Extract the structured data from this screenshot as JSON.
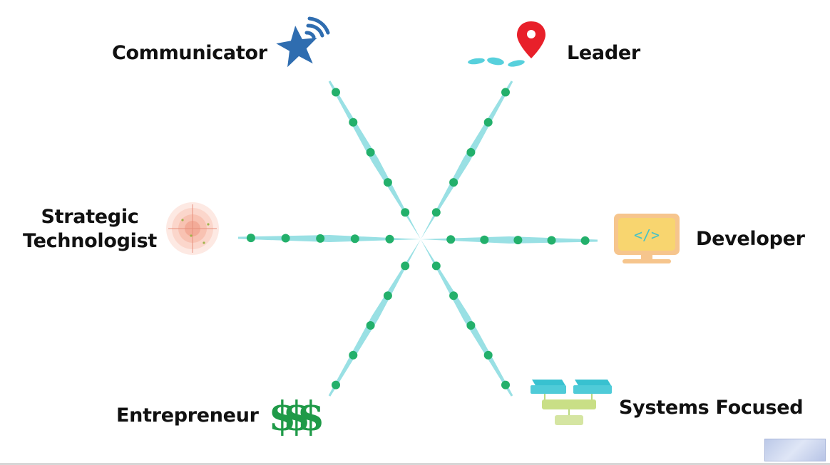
{
  "diagram": {
    "center_label": "",
    "roles": [
      {
        "id": "communicator",
        "label": "Communicator",
        "icon": "star-with-signal-icon",
        "color": "#2f6db0"
      },
      {
        "id": "leader",
        "label": "Leader",
        "icon": "location-pin-icon",
        "color": "#e8202a"
      },
      {
        "id": "developer",
        "label": "Developer",
        "icon": "computer-monitor-code-icon",
        "color": "#f6d46b"
      },
      {
        "id": "systems-focused",
        "label": "Systems Focused",
        "icon": "stacked-layers-icon",
        "color": "#4fc6d6"
      },
      {
        "id": "entrepreneur",
        "label": "Entrepreneur",
        "icon": "dollar-signs-icon",
        "color": "#1f9a48"
      },
      {
        "id": "strategic-technologist",
        "label_lines": [
          "Strategic",
          "Technologist"
        ],
        "icon": "radar-target-icon",
        "color": "#f2b6a8"
      }
    ],
    "spoke_color": "#99e0e4",
    "node_color": "#23b06b",
    "dots_per_spoke": 5
  }
}
